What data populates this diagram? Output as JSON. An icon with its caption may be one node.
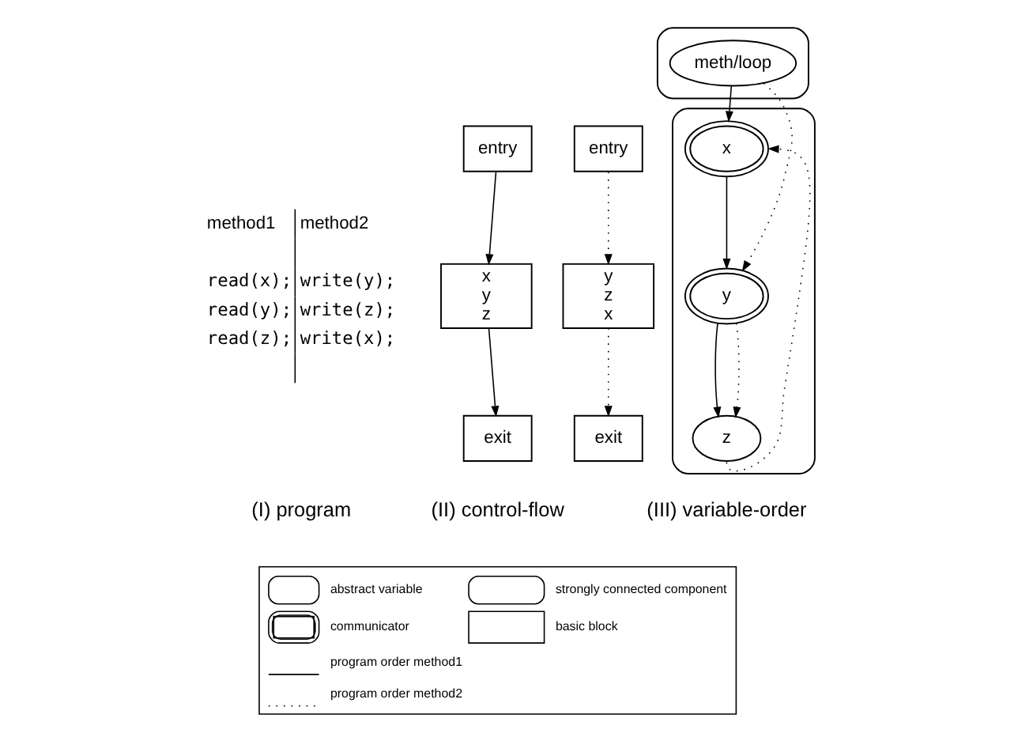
{
  "diagram": {
    "nodes": [
      {
        "text": [
          "entry"
        ]
      },
      {
        "text": [
          "x",
          "y",
          "z"
        ]
      },
      {
        "text": [
          "exit"
        ]
      },
      {
        "text": [
          "entry"
        ]
      },
      {
        "text": [
          "y",
          "z",
          "x"
        ]
      },
      {
        "text": [
          "exit"
        ]
      },
      {
        "text": [],
        "shape": "box"
      },
      {
        "text": [
          "meth/loop"
        ],
        "in": 6
      },
      {
        "text": [],
        "shape": "box"
      },
      {
        "text": [
          "x"
        ],
        "in": 8
      },
      {
        "text": [
          "y"
        ],
        "in": 8
      },
      {
        "text": [
          "z"
        ],
        "in": 8
      }
    ],
    "edges": [
      {
        "from": 0,
        "to": 1,
        "arrow": "to"
      },
      {
        "from": 1,
        "to": 2,
        "arrow": "to"
      },
      {
        "from": 3,
        "to": 4,
        "arrow": "to",
        "style": "dashed"
      },
      {
        "from": 4,
        "to": 5,
        "arrow": "to",
        "style": "dashed"
      },
      {
        "from": 7,
        "to": 9,
        "arrow": "to"
      },
      {
        "from": 7,
        "to": 10,
        "arrow": "to",
        "style": "dashed"
      },
      {
        "from": 9,
        "to": 10,
        "arrow": "to"
      },
      {
        "from": 10,
        "to": 11,
        "arrow": "to"
      },
      {
        "from": 10,
        "to": 11,
        "arrow": "to",
        "style": "dashed"
      },
      {
        "from": 11,
        "to": 9,
        "arrow": "to",
        "style": "dashed"
      }
    ],
    "labels": [
      "method1",
      "method2",
      "read(x);",
      "write(y);",
      "read(y);",
      "write(z);",
      "read(z);",
      "write(x);",
      "(I) program",
      "(II) control-flow",
      "(III) variable-order"
    ],
    "legend": [
      {
        "text": "abstract variable"
      },
      {
        "text": "communicator"
      },
      {
        "text": "program order method1"
      },
      {
        "text": "program order method2"
      },
      {
        "text": "strongly connected component"
      },
      {
        "text": "basic block"
      }
    ]
  }
}
